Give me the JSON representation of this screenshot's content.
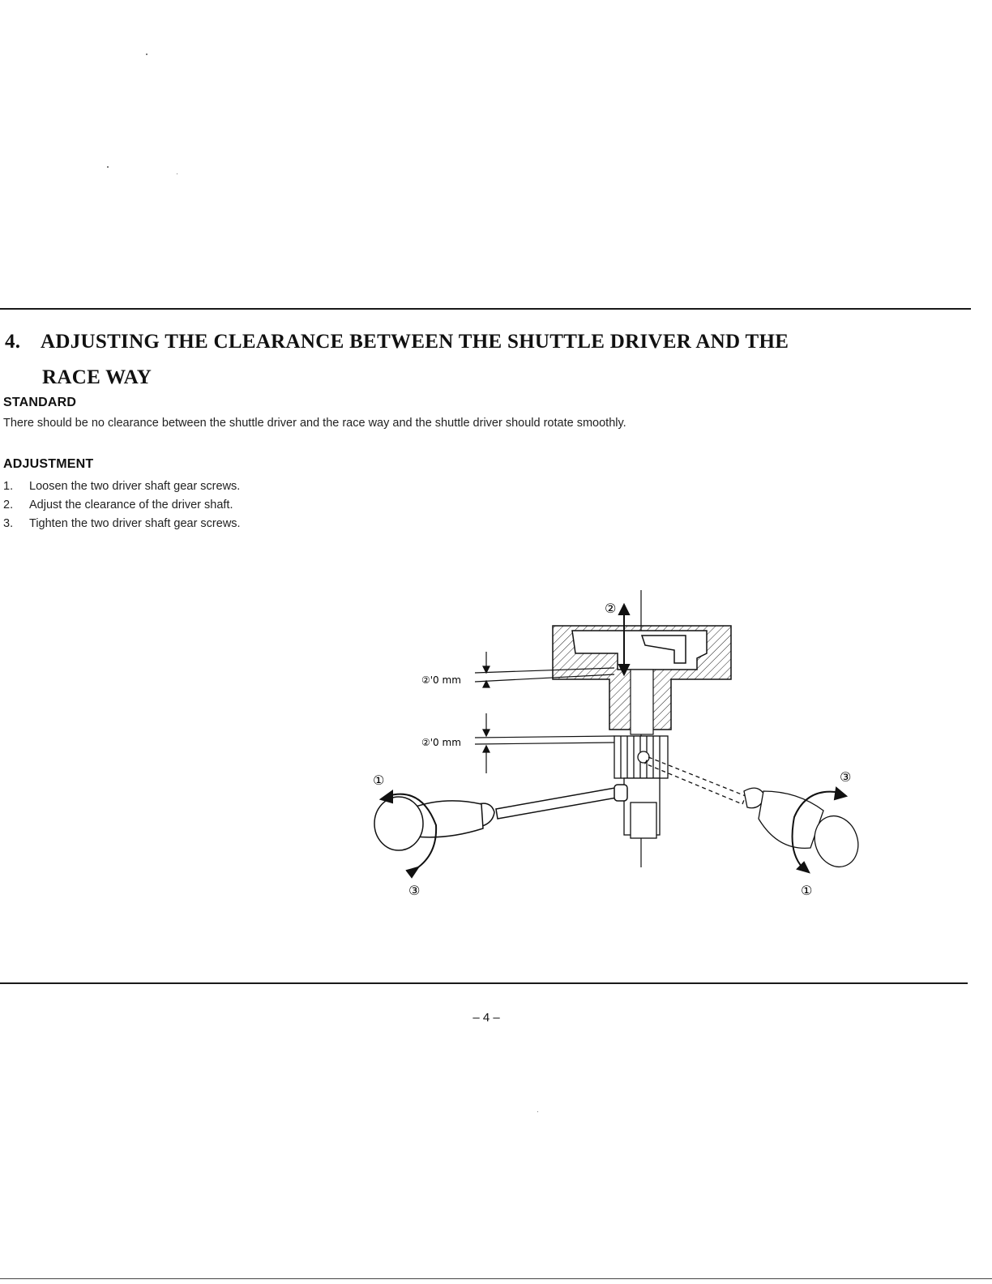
{
  "section": {
    "number": "4.",
    "title_line1": "ADJUSTING THE CLEARANCE BETWEEN THE SHUTTLE DRIVER AND THE",
    "title_line2": "RACE WAY"
  },
  "standard": {
    "label": "STANDARD",
    "text": "There should be no clearance between the shuttle driver and the race way and the shuttle driver should rotate smoothly."
  },
  "adjustment": {
    "label": "ADJUSTMENT",
    "steps": [
      {
        "num": "1.",
        "text": "Loosen the two driver shaft gear screws."
      },
      {
        "num": "2.",
        "text": "Adjust the clearance of the driver shaft."
      },
      {
        "num": "3.",
        "text": "Tighten the two driver shaft gear screws."
      }
    ]
  },
  "figure": {
    "callout_top": "②",
    "dim_upper": "②'0 mm",
    "dim_lower": "②'0 mm",
    "left_top": "①",
    "left_bottom": "③",
    "right_top": "③",
    "right_bottom": "①"
  },
  "footer": {
    "page_number": "– 4 –"
  }
}
